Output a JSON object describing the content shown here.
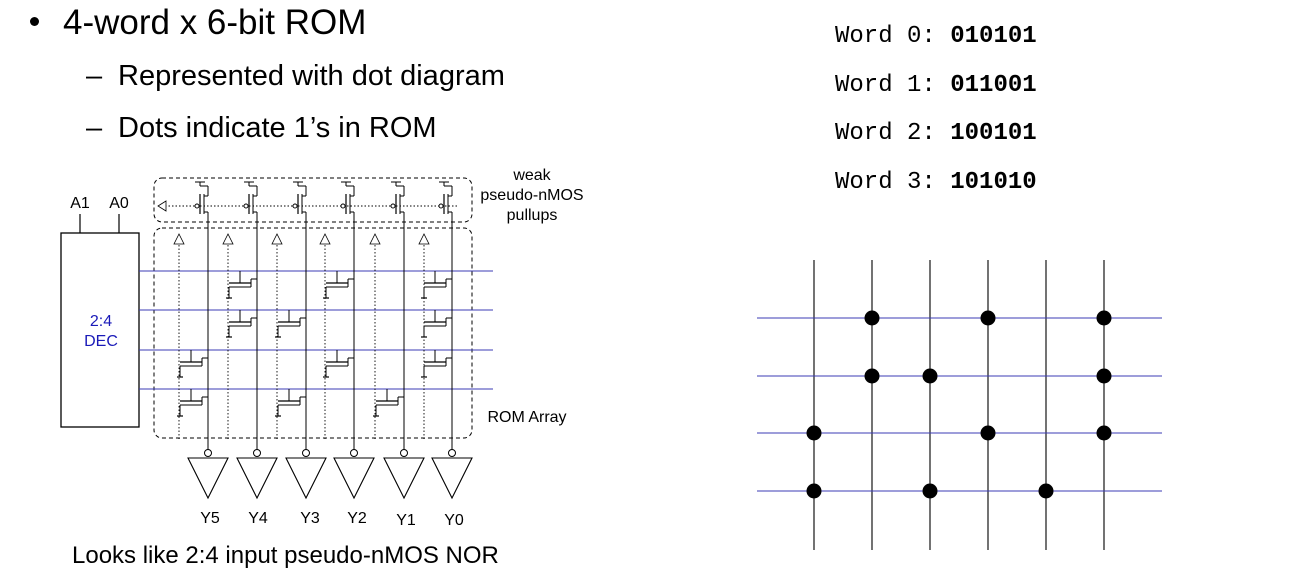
{
  "heading": "4-word x 6-bit ROM",
  "subpoints": [
    {
      "dash": "–",
      "text": "Represented with dot diagram"
    },
    {
      "dash": "–",
      "text": "Dots indicate 1’s in ROM"
    }
  ],
  "bottom_text": "Looks like 2:4 input pseudo-nMOS NOR",
  "words": [
    {
      "label": "Word 0:",
      "bits": "010101"
    },
    {
      "label": "Word 1:",
      "bits": "011001"
    },
    {
      "label": "Word 2:",
      "bits": "100101"
    },
    {
      "label": "Word 3:",
      "bits": "101010"
    }
  ],
  "schematic": {
    "address_inputs": [
      "A1",
      "A0"
    ],
    "decoder_label": [
      "2:4",
      "DEC"
    ],
    "pullup_label": [
      "weak",
      "pseudo-nMOS",
      "pullups"
    ],
    "array_label": "ROM Array",
    "outputs": [
      "Y5",
      "Y4",
      "Y3",
      "Y2",
      "Y1",
      "Y0"
    ]
  },
  "colors": {
    "wordline": "#3b3bb5",
    "decoder_text": "#1a1ab8",
    "ink": "#000000"
  }
}
